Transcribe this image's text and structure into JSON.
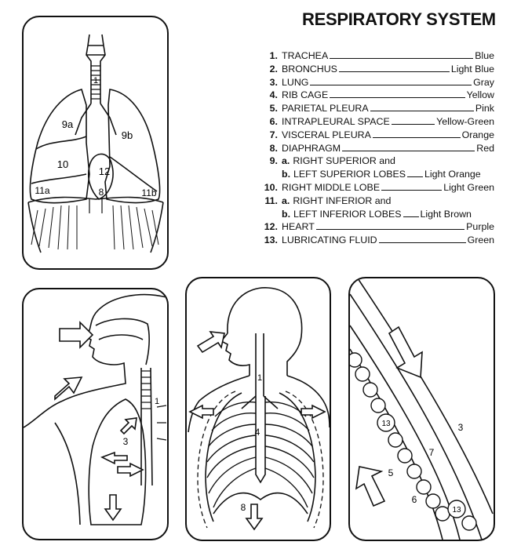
{
  "title": "RESPIRATORY SYSTEM",
  "legend": [
    {
      "num": "1.",
      "term": "TRACHEA",
      "color": "Blue"
    },
    {
      "num": "2.",
      "term": "BRONCHUS",
      "color": "Light Blue"
    },
    {
      "num": "3.",
      "term": "LUNG",
      "color": "Gray"
    },
    {
      "num": "4.",
      "term": "RIB CAGE",
      "color": "Yellow"
    },
    {
      "num": "5.",
      "term": "PARIETAL PLEURA",
      "color": "Pink"
    },
    {
      "num": "6.",
      "term": "INTRAPLEURAL SPACE",
      "color": "Yellow-Green"
    },
    {
      "num": "7.",
      "term": "VISCERAL PLEURA",
      "color": "Orange"
    },
    {
      "num": "8.",
      "term": "DIAPHRAGM",
      "color": "Red"
    },
    {
      "num": "9.",
      "sub_a": "a.",
      "term_a": "RIGHT SUPERIOR and",
      "sub_b": "b.",
      "term_b": "LEFT SUPERIOR LOBES",
      "color": "Light Orange"
    },
    {
      "num": "10.",
      "term": "RIGHT MIDDLE LOBE",
      "color": "Light Green"
    },
    {
      "num": "11.",
      "sub_a": "a.",
      "term_a": "RIGHT INFERIOR and",
      "sub_b": "b.",
      "term_b": "LEFT INFERIOR LOBES",
      "color": "Light Brown"
    },
    {
      "num": "12.",
      "term": "HEART",
      "color": "Purple"
    },
    {
      "num": "13.",
      "term": "LUBRICATING FLUID",
      "color": "Green"
    }
  ],
  "labels": {
    "p1": {
      "trachea": "1",
      "r_sup": "9a",
      "l_sup": "9b",
      "r_mid": "10",
      "heart": "12",
      "r_inf": "11a",
      "diaph": "8",
      "l_inf": "11b"
    },
    "p2": {
      "trachea": "1",
      "lung": "3"
    },
    "p3": {
      "trachea": "1",
      "ribs": "4",
      "diaph": "8"
    },
    "p4": {
      "lung": "3",
      "visceral": "7",
      "parietal": "5",
      "space": "6",
      "fluid_a": "13",
      "fluid_b": "13"
    }
  }
}
